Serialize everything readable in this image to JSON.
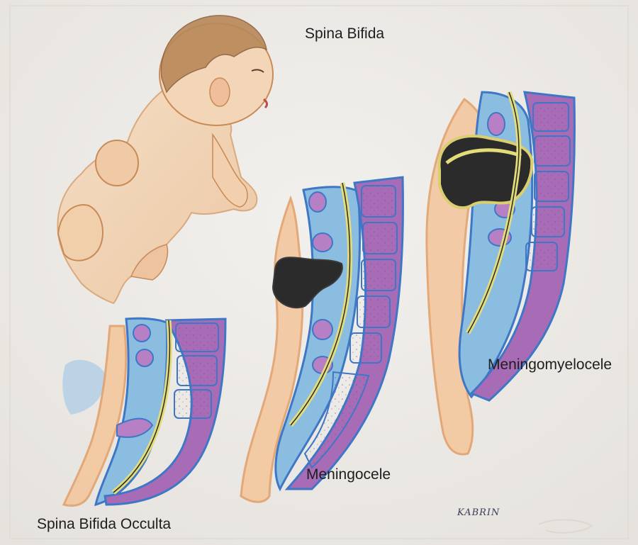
{
  "labels": {
    "title": "Spina Bifida",
    "meningocele": "Meningocele",
    "meningomyelocele": "Meningomyelocele",
    "occulta": "Spina Bifida Occulta"
  },
  "signature": "KABRIN",
  "emboss_mark": "Arc",
  "colors": {
    "paper": "#efedea",
    "skin": "#f1d3b4",
    "skin_outline": "#c98a55",
    "vertebra_purple": "#a86bb6",
    "canal_blue": "#7fb3d8",
    "cord_yellow": "#e3dc7a",
    "sac_black": "#2b2b2b",
    "label_text": "#1e1e1e"
  }
}
